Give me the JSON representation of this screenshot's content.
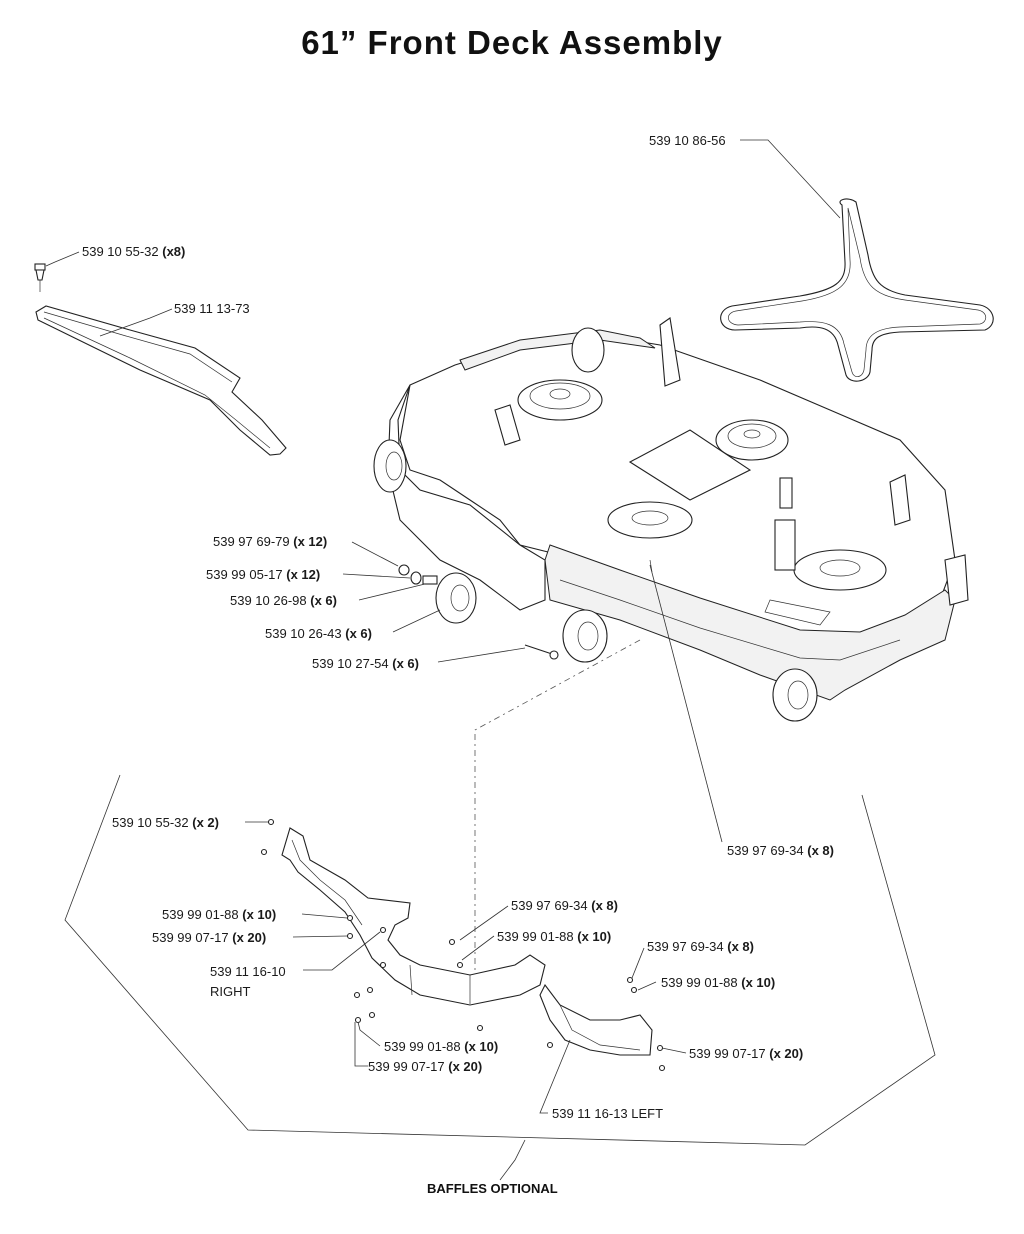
{
  "title": "61” Front Deck Assembly",
  "labels": {
    "belt": {
      "part": "539 10 86-56",
      "qty": ""
    },
    "knob_top": {
      "part": "539 10 55-32",
      "qty": "(x8)"
    },
    "deflector": {
      "part": "539 11 13-73",
      "qty": ""
    },
    "nut_12": {
      "part": "539 97 69-79",
      "qty": "(x 12)"
    },
    "washer_12": {
      "part": "539 99 05-17",
      "qty": "(x 12)"
    },
    "spacer_6": {
      "part": "539 10 26-98",
      "qty": "(x 6)"
    },
    "wheel_6": {
      "part": "539 10 26-43",
      "qty": "(x 6)"
    },
    "bolt_6": {
      "part": "539 10 27-54",
      "qty": "(x 6)"
    },
    "nut_8_deck": {
      "part": "539 97 69-34",
      "qty": "(x 8)"
    },
    "knob_baffle": {
      "part": "539 10 55-32",
      "qty": "(x 2)"
    },
    "b_nut_8_center": {
      "part": "539 97 69-34",
      "qty": "(x 8)"
    },
    "b_wash_10_center": {
      "part": "539 99 01-88",
      "qty": "(x 10)"
    },
    "b_wash_10_left": {
      "part": "539 99 01-88",
      "qty": "(x 10)"
    },
    "b_bolt_20_left": {
      "part": "539 99 07-17",
      "qty": "(x 20)"
    },
    "baffle_right": {
      "part": "539 11 16-10",
      "side": "RIGHT"
    },
    "b_nut_8_right": {
      "part": "539 97 69-34",
      "qty": "(x 8)"
    },
    "b_wash_10_right": {
      "part": "539 99 01-88",
      "qty": "(x 10)"
    },
    "b_wash_10_bottom": {
      "part": "539 99 01-88",
      "qty": "(x 10)"
    },
    "b_bolt_20_bottom": {
      "part": "539 99 07-17",
      "qty": "(x 20)"
    },
    "b_bolt_20_right": {
      "part": "539 99 07-17",
      "qty": "(x 20)"
    },
    "baffle_left": {
      "part": "539 11 16-13 LEFT",
      "side": ""
    }
  },
  "footer": "BAFFLES OPTIONAL"
}
